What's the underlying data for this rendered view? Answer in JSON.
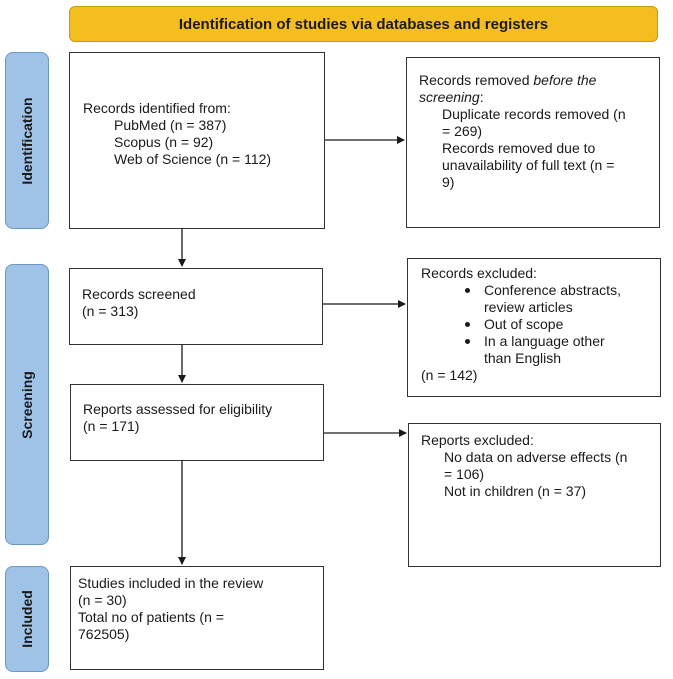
{
  "header": {
    "title": "Identification of studies via databases and registers"
  },
  "phases": {
    "identification": "Identification",
    "screening": "Screening",
    "included": "Included"
  },
  "identification_box": {
    "title": "Records identified from:",
    "items": [
      "PubMed (n = 387)",
      "Scopus (n = 92)",
      "Web of Science (n = 112)"
    ]
  },
  "removed_box": {
    "title_normal": "Records removed ",
    "title_italic_1": "before the",
    "title_italic_2": "screening",
    "title_colon": ":",
    "lines": [
      "Duplicate records removed (n",
      "= 269)",
      "Records removed due to",
      "unavailability of full text (n =",
      "9)"
    ]
  },
  "screened_box": {
    "line1": "Records screened",
    "line2": "(n = 313)"
  },
  "excluded_box": {
    "title": "Records excluded:",
    "bullets": [
      {
        "lines": [
          "Conference abstracts,",
          "review articles"
        ]
      },
      {
        "lines": [
          "Out of scope"
        ]
      },
      {
        "lines": [
          "In a language other",
          "than English"
        ]
      }
    ],
    "count": "(n = 142)"
  },
  "eligibility_box": {
    "line1": "Reports assessed for eligibility",
    "line2": "(n = 171)"
  },
  "reports_excluded_box": {
    "title": "Reports excluded:",
    "lines": [
      "No data on adverse effects (n",
      "= 106)",
      "Not in children (n = 37)"
    ]
  },
  "included_box": {
    "lines": [
      "Studies included in the review",
      "(n = 30)",
      "Total no of patients (n =",
      "762505)"
    ]
  },
  "colors": {
    "header_fill": "#f5be1f",
    "phase_fill": "#9fc3e7",
    "border": "#333333"
  }
}
